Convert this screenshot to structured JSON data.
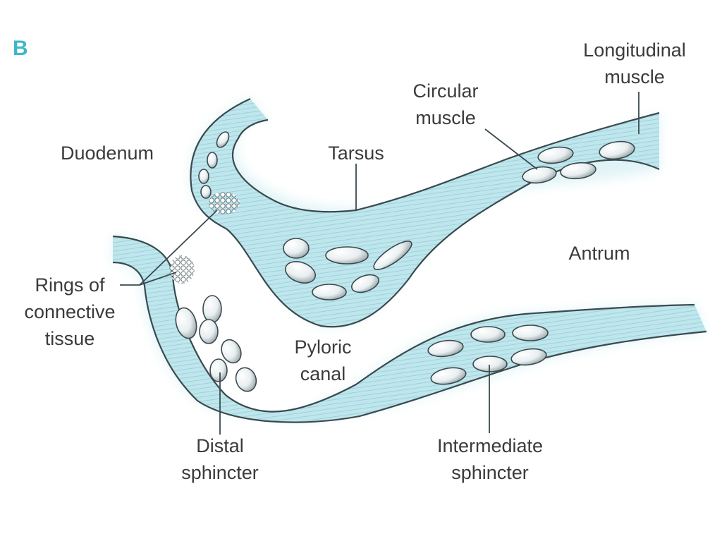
{
  "panel_letter": "B",
  "labels": {
    "longitudinal_muscle": [
      "Longitudinal",
      "muscle"
    ],
    "circular_muscle": [
      "Circular",
      "muscle"
    ],
    "duodenum": "Duodenum",
    "tarsus": "Tarsus",
    "antrum": "Antrum",
    "rings_connective": [
      "Rings of",
      "connective",
      "tissue"
    ],
    "pyloric_canal": [
      "Pyloric",
      "canal"
    ],
    "distal_sphincter": [
      "Distal",
      "sphincter"
    ],
    "intermediate_sphincter": [
      "Intermediate",
      "sphincter"
    ]
  },
  "colors": {
    "tissue_fill": "#bfe6ec",
    "tissue_glow": "#d9f1f4",
    "outline": "#3a4a4e",
    "fiber": "#8fcbd6",
    "ellipse_fill": "#f3f6f7",
    "accent": "#3fb7c8"
  }
}
